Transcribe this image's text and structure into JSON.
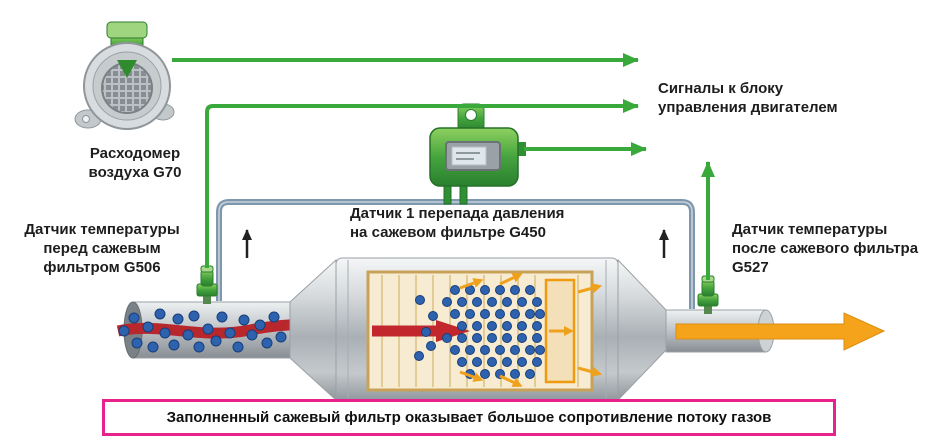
{
  "labels": {
    "flow_meter": "Расходомер\nвоздуха G70",
    "ecu_signals": "Сигналы к блоку\nуправления двигателем",
    "temp_before": "Датчик температуры\nперед сажевым\nфильтром G506",
    "pressure_sensor": "Датчик 1 перепада давления\nна сажевом фильтре G450",
    "temp_after": "Датчик температуры\nпосле сажевого фильтра\nG527",
    "caption": "Заполненный сажевый фильтр оказывает большое сопротивление потоку газов"
  },
  "colors": {
    "signal_green": "#3aa93c",
    "sensor_green_dark": "#2f8f33",
    "tube_blue": "#7e97ad",
    "flow_orange": "#f5a31a",
    "soot_blue": "#2f62ae",
    "exhaust_red": "#b8272c",
    "caption_border": "#e8228d",
    "metal_silver": "#b9bec2",
    "filter_tan": "#f7ecd2",
    "text": "#1d1d1d"
  },
  "icons": [
    "air-flow-meter-icon",
    "pressure-sensor-icon",
    "temp-sensor-before-icon",
    "temp-sensor-after-icon",
    "dpf-canister",
    "signal-arrow-icon",
    "exhaust-flow-arrow-icon"
  ]
}
